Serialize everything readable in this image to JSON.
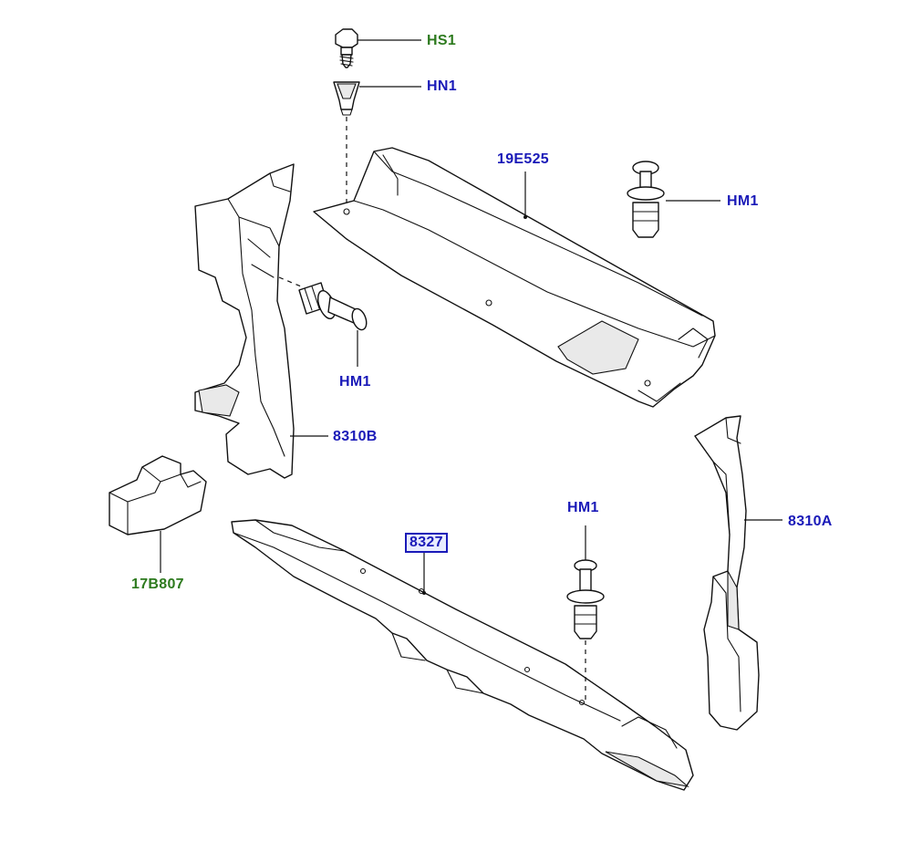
{
  "callouts": {
    "hs1": {
      "label": "HS1",
      "color": "#2d7a1e"
    },
    "hn1": {
      "label": "HN1",
      "color": "#1a1ab8"
    },
    "part_19e525": {
      "label": "19E525",
      "color": "#1a1ab8"
    },
    "hm1_top_right": {
      "label": "HM1",
      "color": "#1a1ab8"
    },
    "hm1_left": {
      "label": "HM1",
      "color": "#1a1ab8"
    },
    "part_8310b": {
      "label": "8310B",
      "color": "#1a1ab8"
    },
    "part_17b807": {
      "label": "17B807",
      "color": "#2d7a1e"
    },
    "hm1_center": {
      "label": "HM1",
      "color": "#1a1ab8"
    },
    "part_8327": {
      "label": "8327",
      "color": "#1a1ab8",
      "highlighted": true
    },
    "part_8310a": {
      "label": "8310A",
      "color": "#1a1ab8"
    }
  }
}
